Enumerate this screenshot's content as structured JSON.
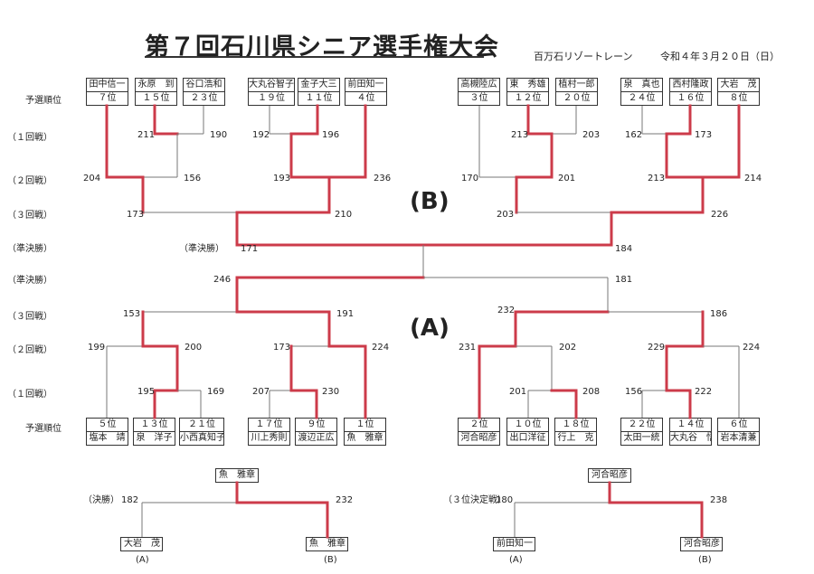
{
  "header": {
    "title": "第７回石川県シニア選手権大会",
    "venue": "百万石リゾートレーン",
    "date": "令和４年３月２０日（日）"
  },
  "row_labels": {
    "qual": "予選順位",
    "r1": "（１回戦）",
    "r2": "（２回戦）",
    "r3": "（３回戦）",
    "semi": "（準決勝）",
    "semi_alt": "（準決勝）"
  },
  "groups": {
    "b": "(B)",
    "a": "(A)"
  },
  "bracket_b": {
    "players": [
      {
        "name": "田中信一",
        "rank": "７位"
      },
      {
        "name": "永原　到",
        "rank": "１５位"
      },
      {
        "name": "谷口浩和",
        "rank": "２３位"
      },
      {
        "name": "大丸谷智子",
        "rank": "１９位"
      },
      {
        "name": "金子大三",
        "rank": "１１位"
      },
      {
        "name": "前田知一",
        "rank": "４位"
      },
      {
        "name": "高槻陸広",
        "rank": "３位"
      },
      {
        "name": "東　秀雄",
        "rank": "１２位"
      },
      {
        "name": "植村一郎",
        "rank": "２０位"
      },
      {
        "name": "泉　真也",
        "rank": "２４位"
      },
      {
        "name": "西村隆政",
        "rank": "１６位"
      },
      {
        "name": "大岩　茂",
        "rank": "８位"
      }
    ],
    "scores": {
      "r1_a": "211",
      "r1_b": "190",
      "r1_c": "192",
      "r1_d": "196",
      "r1_e": "213",
      "r1_f": "203",
      "r1_g": "162",
      "r1_h": "173",
      "r2_a": "204",
      "r2_b": "156",
      "r2_c": "193",
      "r2_d": "236",
      "r2_e": "170",
      "r2_f": "201",
      "r2_g": "213",
      "r2_h": "214",
      "r3_a": "173",
      "r3_b": "210",
      "r3_c": "203",
      "r3_d": "226",
      "sf_a": "171",
      "sf_b": "184"
    }
  },
  "bracket_a": {
    "players": [
      {
        "name": "塩本　靖",
        "rank": "５位"
      },
      {
        "name": "泉　洋子",
        "rank": "１３位"
      },
      {
        "name": "小西真知子",
        "rank": "２１位"
      },
      {
        "name": "川上秀則",
        "rank": "１７位"
      },
      {
        "name": "渡辺正広",
        "rank": "９位"
      },
      {
        "name": "魚　雅章",
        "rank": "１位"
      },
      {
        "name": "河合昭彦",
        "rank": "２位"
      },
      {
        "name": "出口洋征",
        "rank": "１０位"
      },
      {
        "name": "行上　克",
        "rank": "１８位"
      },
      {
        "name": "太田一統",
        "rank": "２２位"
      },
      {
        "name": "大丸谷　悟",
        "rank": "１４位"
      },
      {
        "name": "岩本清兼",
        "rank": "６位"
      }
    ],
    "scores": {
      "sf_a": "246",
      "sf_b": "181",
      "r3_a": "153",
      "r3_b": "191",
      "r3_c": "232",
      "r3_d": "186",
      "r2_a": "199",
      "r2_b": "200",
      "r2_c": "173",
      "r2_d": "224",
      "r2_e": "231",
      "r2_f": "202",
      "r2_g": "229",
      "r2_h": "224",
      "r1_a": "195",
      "r1_b": "169",
      "r1_c": "207",
      "r1_d": "230",
      "r1_e": "201",
      "r1_f": "208",
      "r1_g": "156",
      "r1_h": "222"
    }
  },
  "final": {
    "label": "（決勝）",
    "winner": "魚　雅章",
    "left_name": "大岩　茂",
    "right_name": "魚　雅章",
    "left_score": "182",
    "right_score": "232",
    "left_side": "(A)",
    "right_side": "(B)"
  },
  "third_place": {
    "label": "（３位決定戦）",
    "winner": "河合昭彦",
    "left_name": "前田知一",
    "right_name": "河合昭彦",
    "left_score": "180",
    "right_score": "238",
    "left_side": "(A)",
    "right_side": "(B)"
  },
  "colors": {
    "win": "#cc3b4a",
    "line": "#777777",
    "text": "#222222"
  }
}
